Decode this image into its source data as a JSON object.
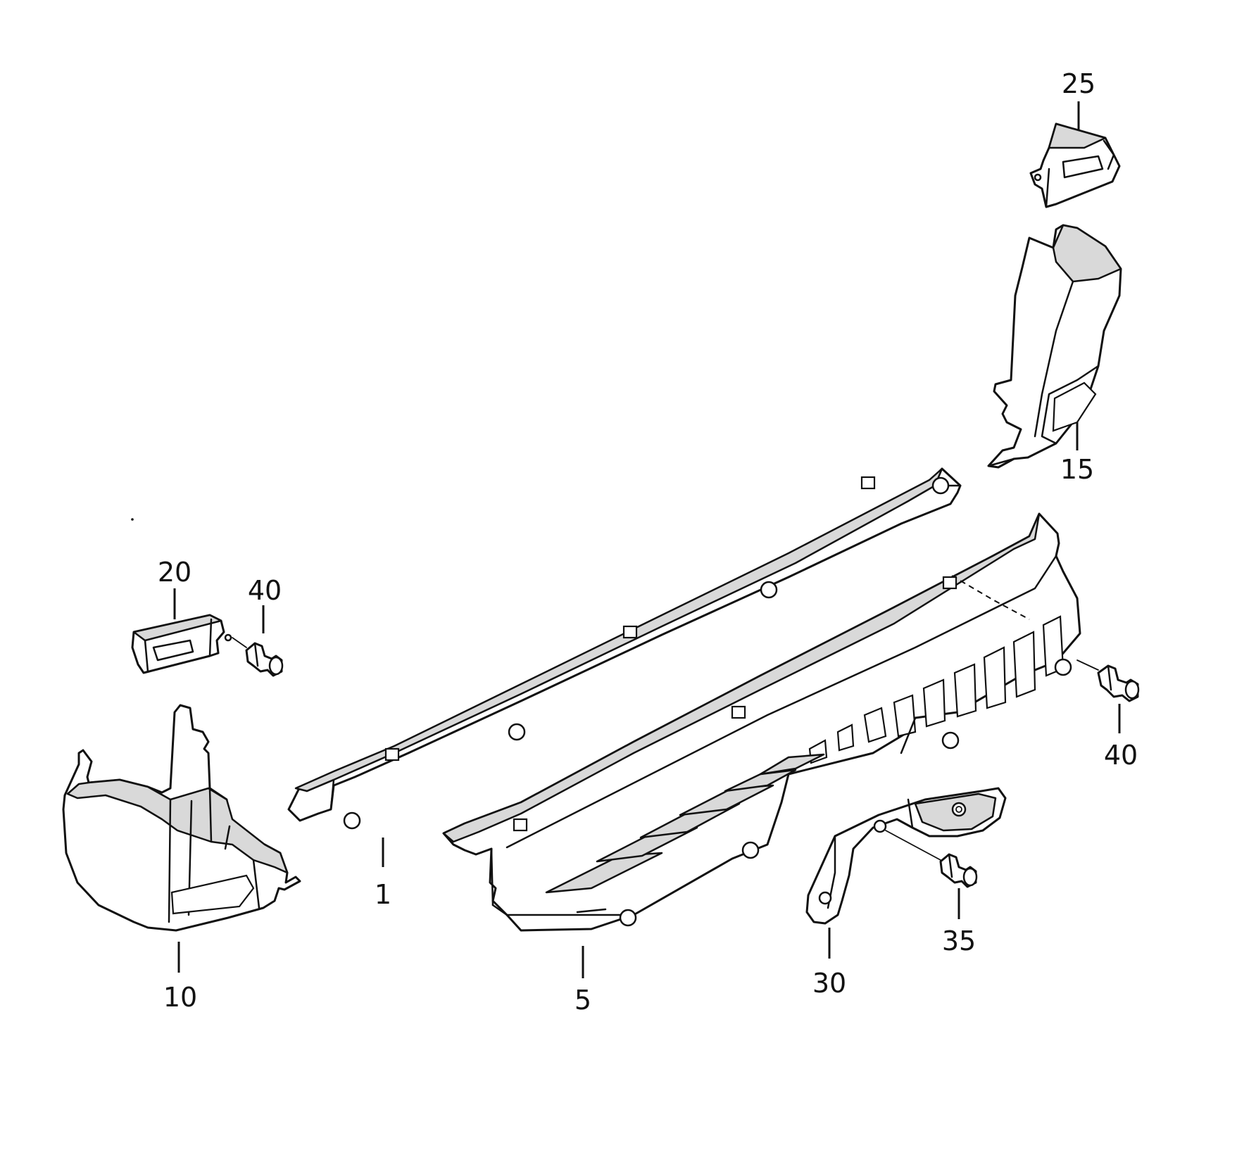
{
  "diagram": {
    "callouts": [
      {
        "id": "1",
        "label": "1"
      },
      {
        "id": "5",
        "label": "5"
      },
      {
        "id": "10",
        "label": "10"
      },
      {
        "id": "15",
        "label": "15"
      },
      {
        "id": "20",
        "label": "20"
      },
      {
        "id": "25",
        "label": "25"
      },
      {
        "id": "30",
        "label": "30"
      },
      {
        "id": "35",
        "label": "35"
      },
      {
        "id": "40a",
        "label": "40"
      },
      {
        "id": "40b",
        "label": "40"
      }
    ]
  }
}
